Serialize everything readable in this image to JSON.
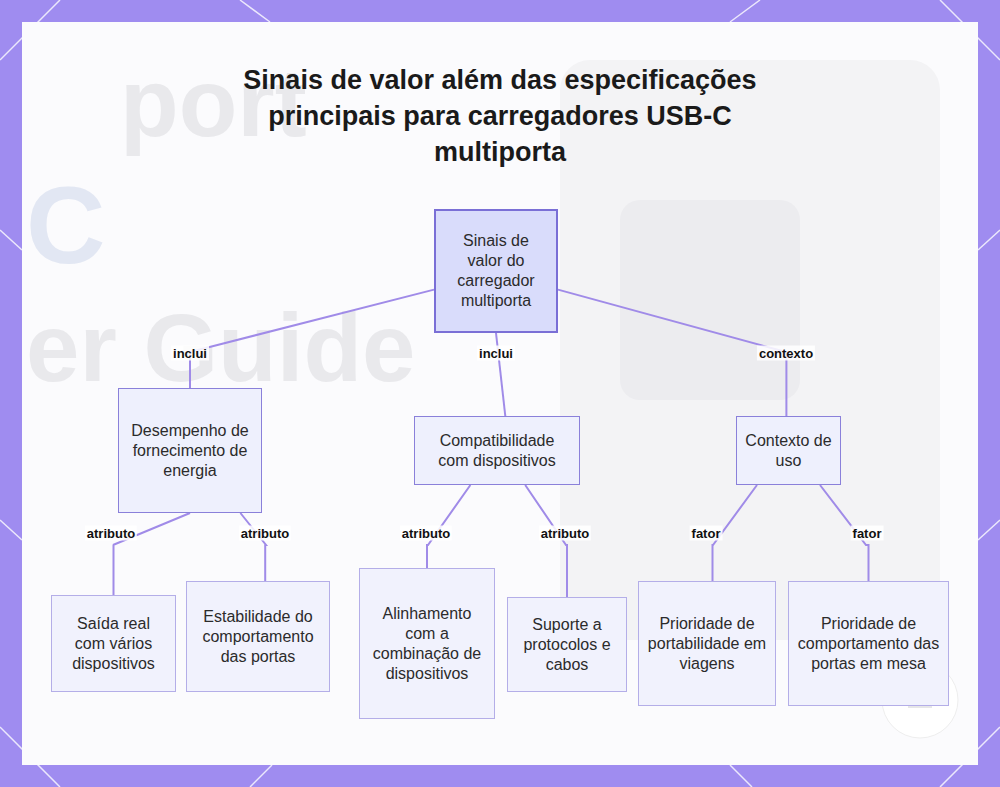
{
  "diagram": {
    "title": "Sinais de valor além das especificações principais para carregadores USB-C multiporta",
    "nodes": [
      {
        "text": [
          "Sinais de valor do carregador multiporta"
        ]
      },
      {
        "text": [
          "Desempenho de fornecimento de energia"
        ]
      },
      {
        "text": [
          "Compatibilidade com dispositivos"
        ]
      },
      {
        "text": [
          "Contexto de uso"
        ]
      },
      {
        "text": [
          "Saída real com vários dispositivos"
        ]
      },
      {
        "text": [
          "Estabilidade do comportamento das portas"
        ]
      },
      {
        "text": [
          "Alinhamento com a combinação de dispositivos"
        ]
      },
      {
        "text": [
          "Suporte a protocolos e cabos"
        ]
      },
      {
        "text": [
          "Prioridade de portabilidade em viagens"
        ]
      },
      {
        "text": [
          "Prioridade de comportamento das portas em mesa"
        ]
      }
    ],
    "edges": [
      {
        "from": 0,
        "to": 1,
        "label": "inclui",
        "arrow": "none"
      },
      {
        "from": 0,
        "to": 2,
        "label": "inclui",
        "arrow": "none"
      },
      {
        "from": 0,
        "to": 3,
        "label": "contexto",
        "arrow": "none"
      },
      {
        "from": 1,
        "to": 4,
        "label": "atributo",
        "arrow": "none"
      },
      {
        "from": 1,
        "to": 5,
        "label": "atributo",
        "arrow": "none"
      },
      {
        "from": 2,
        "to": 6,
        "label": "atributo",
        "arrow": "none"
      },
      {
        "from": 2,
        "to": 7,
        "label": "atributo",
        "arrow": "none"
      },
      {
        "from": 3,
        "to": 8,
        "label": "fator",
        "arrow": "none"
      },
      {
        "from": 3,
        "to": 9,
        "label": "fator",
        "arrow": "none"
      }
    ],
    "labels": [
      "port",
      "C",
      "er Guide"
    ]
  }
}
